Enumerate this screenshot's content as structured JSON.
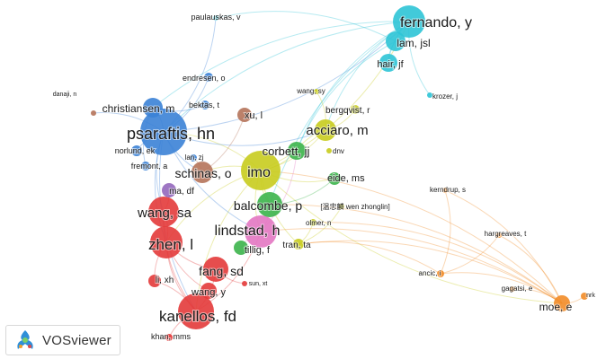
{
  "app": {
    "logo_text": "VOSviewer",
    "logo_icon": "vosviewer-logo-icon"
  },
  "colors": {
    "red": "#e33a3a",
    "green": "#3cb44b",
    "blue": "#3b82d6",
    "yellow": "#c8cc1e",
    "purple": "#9467bd",
    "cyan": "#2ec4d6",
    "orange": "#f28c28",
    "brown": "#b5735a",
    "pink": "#e377c2"
  },
  "nodes": [
    {
      "id": "imo",
      "label": "imo",
      "cluster": "yellow",
      "weight": 10
    },
    {
      "id": "psaraftis",
      "label": "psaraftis, hn",
      "cluster": "blue",
      "weight": 10
    },
    {
      "id": "kanellos",
      "label": "kanellos, fd",
      "cluster": "red",
      "weight": 9
    },
    {
      "id": "zhen",
      "label": "zhen, l",
      "cluster": "red",
      "weight": 8
    },
    {
      "id": "lindstad",
      "label": "lindstad, h",
      "cluster": "pink",
      "weight": 8
    },
    {
      "id": "fernando",
      "label": "fernando, y",
      "cluster": "cyan",
      "weight": 8
    },
    {
      "id": "wangsa",
      "label": "wang, sa",
      "cluster": "red",
      "weight": 7
    },
    {
      "id": "balcombe",
      "label": "balcombe, p",
      "cluster": "green",
      "weight": 7
    },
    {
      "id": "acciaro",
      "label": "acciaro, m",
      "cluster": "yellow",
      "weight": 6
    },
    {
      "id": "schinas",
      "label": "schinas, o",
      "cluster": "brown",
      "weight": 6
    },
    {
      "id": "fangsd",
      "label": "fang, sd",
      "cluster": "red",
      "weight": 6
    },
    {
      "id": "corbett",
      "label": "corbett, jj",
      "cluster": "green",
      "weight": 6
    },
    {
      "id": "moe",
      "label": "moe, e",
      "cluster": "orange",
      "weight": 5
    },
    {
      "id": "christiansen",
      "label": "christiansen, m",
      "cluster": "blue",
      "weight": 5
    },
    {
      "id": "lamjsl",
      "label": "lam, jsl",
      "cluster": "cyan",
      "weight": 5
    },
    {
      "id": "hair",
      "label": "hair, jf",
      "cluster": "cyan",
      "weight": 4
    },
    {
      "id": "wangy",
      "label": "wang, y",
      "cluster": "red",
      "weight": 4
    },
    {
      "id": "eide",
      "label": "eide, ms",
      "cluster": "green",
      "weight": 4
    },
    {
      "id": "xul",
      "label": "xu, l",
      "cluster": "brown",
      "weight": 4
    },
    {
      "id": "madf",
      "label": "ma, df",
      "cluster": "purple",
      "weight": 4
    },
    {
      "id": "tillig",
      "label": "tillig, f",
      "cluster": "green",
      "weight": 4
    },
    {
      "id": "bergqvist",
      "label": "bergqvist, r",
      "cluster": "yellow",
      "weight": 3
    },
    {
      "id": "tranta",
      "label": "tran, ta",
      "cluster": "yellow",
      "weight": 3
    },
    {
      "id": "lixh",
      "label": "li, xh",
      "cluster": "red",
      "weight": 3
    },
    {
      "id": "norlund",
      "label": "norlund, ek",
      "cluster": "blue",
      "weight": 3
    },
    {
      "id": "fremont",
      "label": "fremont, a",
      "cluster": "blue",
      "weight": 3
    },
    {
      "id": "endresen",
      "label": "endresen, o",
      "cluster": "blue",
      "weight": 3
    },
    {
      "id": "bektas",
      "label": "bektas, t",
      "cluster": "blue",
      "weight": 3
    },
    {
      "id": "lanzj",
      "label": "lan, zj",
      "cluster": "blue",
      "weight": 2
    },
    {
      "id": "olmer",
      "label": "olmer, n",
      "cluster": "yellow",
      "weight": 2
    },
    {
      "id": "hargreaves",
      "label": "hargreaves, t",
      "cluster": "orange",
      "weight": 2
    },
    {
      "id": "ancic",
      "label": "ancic, i",
      "cluster": "orange",
      "weight": 2
    },
    {
      "id": "gagatsi",
      "label": "gagatsi, e",
      "cluster": "orange",
      "weight": 2
    },
    {
      "id": "kerndrup",
      "label": "kerndrup, s",
      "cluster": "orange",
      "weight": 2
    },
    {
      "id": "krozer",
      "label": "krozer, j",
      "cluster": "cyan",
      "weight": 2
    },
    {
      "id": "paulauskas",
      "label": "paulauskas, v",
      "cluster": "cyan",
      "weight": 2
    },
    {
      "id": "wangsy",
      "label": "wang, sy",
      "cluster": "yellow",
      "weight": 2
    },
    {
      "id": "dnv",
      "label": "dnv",
      "cluster": "yellow",
      "weight": 2
    },
    {
      "id": "wenzhonglin",
      "label": "[温忠麟 wen zhonglin]",
      "cluster": "yellow",
      "weight": 2
    },
    {
      "id": "sunxt",
      "label": "sun, xt",
      "cluster": "red",
      "weight": 2
    },
    {
      "id": "khanmms",
      "label": "khan, mms",
      "cluster": "red",
      "weight": 2
    },
    {
      "id": "danaji",
      "label": "danaji, n",
      "cluster": "brown",
      "weight": 1
    },
    {
      "id": "nrk",
      "label": "nrk",
      "cluster": "orange",
      "weight": 2
    }
  ]
}
